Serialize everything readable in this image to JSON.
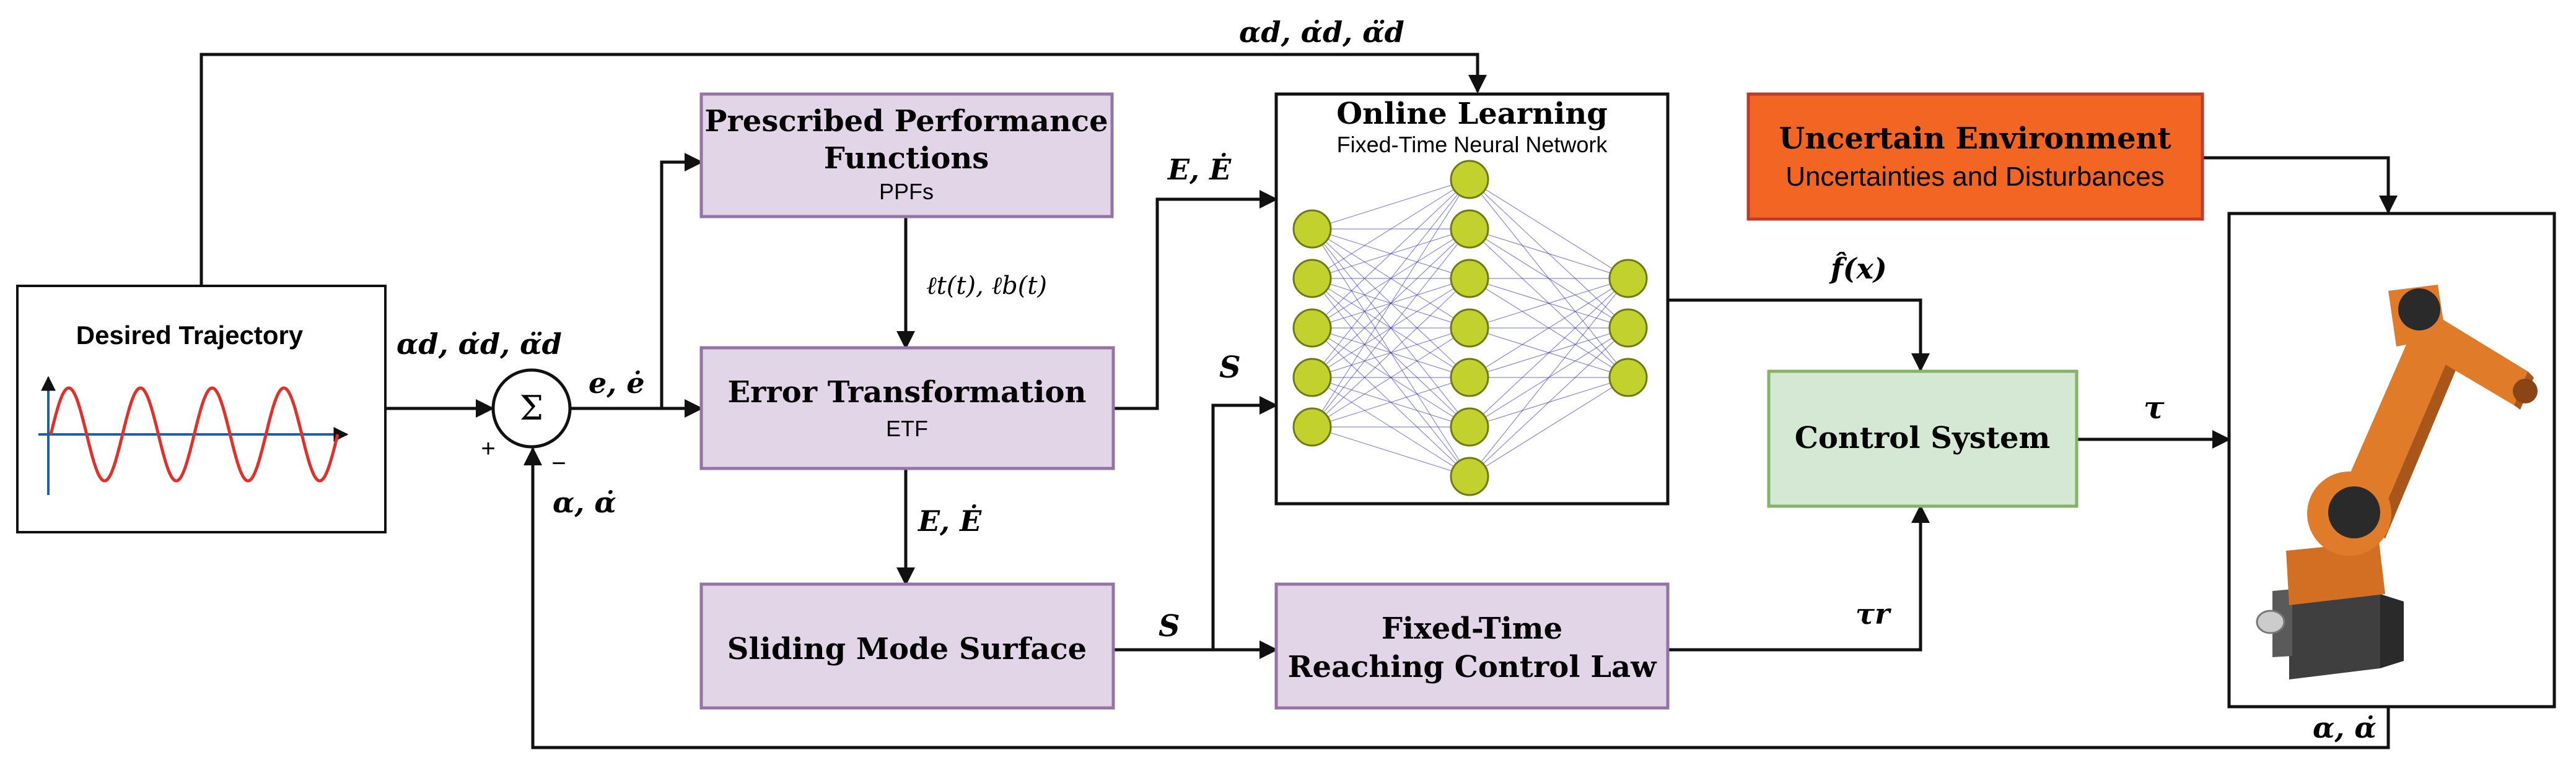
{
  "colors": {
    "purple_fill": "#e1d5e7",
    "purple_border": "#9673a6",
    "green_fill": "#d5e8d4",
    "green_border": "#82b366",
    "orange_fill": "#f26522",
    "orange_border": "#c0392b",
    "sine": "#e0302a",
    "axes": "#1f5fa6",
    "neuron": "#c3d12e",
    "nn_lines": "#2b2fb8",
    "robot_orange": "#e07b2a",
    "robot_dark": "#3f3f3f"
  },
  "blocks": {
    "desired_trajectory": {
      "title": "Desired Trajectory"
    },
    "ppf": {
      "title_line1": "Prescribed Performance",
      "title_line2": "Functions",
      "subtitle": "PPFs"
    },
    "error_transformation": {
      "title": "Error Transformation",
      "subtitle": "ETF"
    },
    "sliding_mode": {
      "title": "Sliding Mode Surface"
    },
    "reaching_law": {
      "title_line1": "Fixed-Time",
      "title_line2": "Reaching Control Law"
    },
    "online_learning": {
      "title": "Online Learning",
      "subtitle": "Fixed-Time Neural Network"
    },
    "uncertain_env": {
      "title": "Uncertain Environment",
      "subtitle": "Uncertainties and Disturbances"
    },
    "control_system": {
      "title": "Control System"
    },
    "summing_junction": {
      "symbol": "Σ",
      "plus": "+",
      "minus": "−"
    }
  },
  "signals": {
    "top_desired": "αd, α̇d, α̈d",
    "desired_out": "αd, α̇d, α̈d",
    "error": "e, ė",
    "perf_bounds": "ℓt(t), ℓb(t)",
    "transformed_to_nn": "E, Ė",
    "transformed_to_smc": "E, Ė",
    "s_to_nn": "S",
    "s_out": "S",
    "nn_out": "f̂(x)",
    "reaching_out": "τr",
    "torque": "τ",
    "feedback_left": "α, α̇",
    "feedback_bottom": "α, α̇"
  },
  "neural_network": {
    "layers": [
      5,
      7,
      3
    ]
  }
}
